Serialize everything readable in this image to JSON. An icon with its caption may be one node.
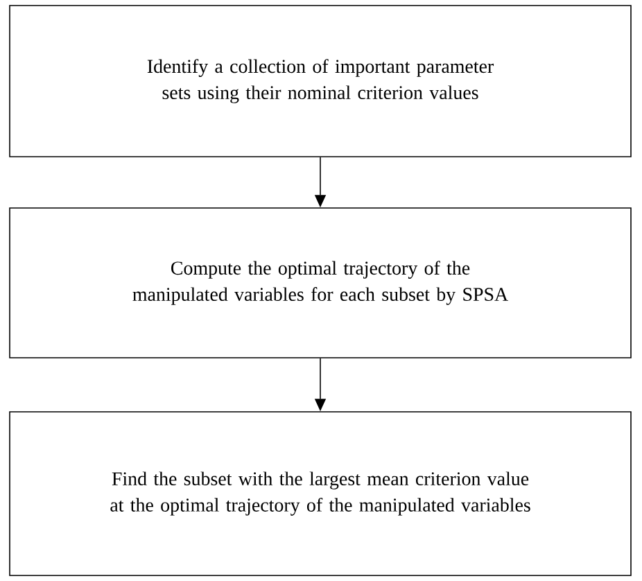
{
  "diagram": {
    "nodes": [
      {
        "text": [
          "Identify a collection of important parameter sets using their nominal criterion values"
        ]
      },
      {
        "text": [
          "Compute the optimal trajectory of the manipulated variables for each subset by SPSA"
        ]
      },
      {
        "text": [
          "Find the subset with the largest mean criterion value at the optimal trajectory of the manipulated variables"
        ]
      }
    ],
    "edges": [
      {
        "from": 0,
        "to": 1,
        "arrow": "to"
      },
      {
        "from": 1,
        "to": 2,
        "arrow": "to"
      }
    ]
  }
}
